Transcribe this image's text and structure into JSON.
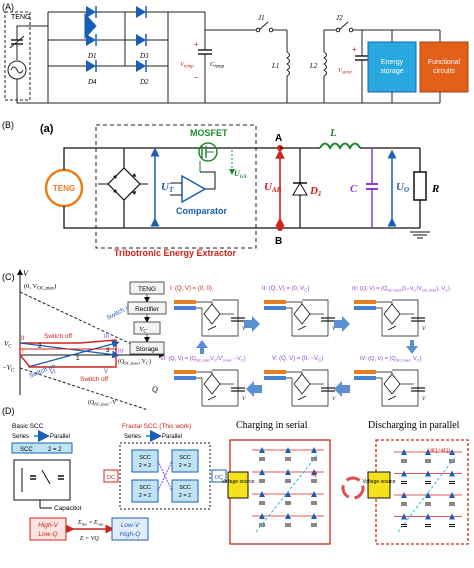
{
  "panelA": {
    "tag": "(A)",
    "teng": "TENG",
    "d1": "D1",
    "d2": "D2",
    "d3": "D3",
    "d4": "D4",
    "plus": "+",
    "minus": "−",
    "vtemp": "V",
    "vtemp_sub": "temp",
    "ctemp": "C",
    "ctemp_sub": "temp",
    "j1": "J1",
    "j2": "J2",
    "l1": "L1",
    "l2": "L2",
    "vstore": "V",
    "vstore_sub": "store",
    "storage_line1": "Energy",
    "storage_line2": "storage",
    "func_line1": "Functional",
    "func_line2": "circuits",
    "storage_color": "#29a8e0",
    "func_color": "#e2601a"
  },
  "panelB": {
    "tag": "(B)",
    "sub": "(a)",
    "teng": "TENG",
    "mosfet": "MOSFET",
    "comparator": "Comparator",
    "ut": "U",
    "ut_sub": "T",
    "ugs": "U",
    "ugs_sub": "GS",
    "A": "A",
    "B": "B",
    "uab": "U",
    "uab_sub": "AB",
    "d1": "D",
    "d1_sub": "1",
    "L": "L",
    "C": "C",
    "uo": "U",
    "uo_sub": "O",
    "R": "R",
    "extractor": "Tribotronic Energy Extractor",
    "teng_color": "#e67e22",
    "mosfet_color": "#1e8a2e",
    "comp_color": "#1a5fb4",
    "red": "#d0231b",
    "purple": "#8e3fd1"
  },
  "panelC": {
    "tag": "(C)",
    "v_axis": "V",
    "q_axis": "Q",
    "v_top": "(0, V",
    "v_top_sub": "OC,max",
    "v_top_end": ")",
    "vc": "V",
    "vc_sub": "C",
    "neg_vc": "−V",
    "neg_vc_sub": "C",
    "switch_on_top": "Switch on",
    "switch_off_top": "Switch off",
    "switch_on_bot": "Switch on",
    "switch_off_bot": "Switch off",
    "roman_I": "I",
    "roman_II": "II",
    "roman_III": "III",
    "roman_IV": "IV",
    "roman_V": "V",
    "roman_VI": "VI",
    "n1": "1",
    "n2": "2",
    "n3": "3",
    "pt_iv": "(Q",
    "pt_iv_sub": "SC,max",
    "pt_iv_mid": ", V",
    "pt_iv_sub2": "C",
    "pt_iv_end": ")",
    "pt_bot": "(Q",
    "pt_bot_sub": "SC,max",
    "pt_bot_rest": "−V",
    "chain": [
      "TENG",
      "Rectifier",
      "V",
      "Storage"
    ],
    "chain_vc_sub": "C",
    "state_I": "I: (Q, V) = (0, 0)",
    "state_II": "II: (Q, V) = (0, V",
    "state_III": "III: (Q, V) = (Q",
    "state_IV": "IV: (Q, V) = (Q",
    "state_V": "V: (Q, V) = (0, −V",
    "state_VI": "VI: (Q, V) = (Q",
    "sub_C": "C",
    "sub_SCmax": "SC,max",
    "state_III_tail": "(1−V",
    "state_III_tail2": "/V",
    "state_III_tail3": "OC,max",
    "state_III_end": "), V",
    "state_IV_tail": ", V",
    "state_VI_tail": "V",
    "state_VI_tail2": "/V'",
    "state_VI_tail3": "max",
    "state_VI_end": ", −V",
    "close": ")",
    "vc_label": "V",
    "red": "#d0231b",
    "blue": "#1a5fb4",
    "purple": "#8e3fd1"
  },
  "panelD": {
    "tag": "(D)",
    "basic_title": "Basic SCC",
    "series": "Series",
    "parallel": "Parallel",
    "scc_box": "SCC",
    "two_eq_two": "2 = 2",
    "capacitor": "Capacitor",
    "fractal_title": "Fractal SCC (This work)",
    "dc": "DC",
    "highv": "High-V",
    "lowq": "Low-Q",
    "lowv": "Low-V",
    "highq": "High-Q",
    "eq1": "E",
    "eq1_sub": "ins",
    "eq1_rest": " = E",
    "eq1_sub2": "out",
    "eq2": "E = VQ",
    "charging": "Charging in serial",
    "discharging": "Discharging in parallel",
    "voltage_source": "Voltage source",
    "q_label": "Q",
    "q4": "(4Q+4Q)",
    "red": "#d0231b",
    "blue": "#1a5fb4",
    "cyan": "#37b6d8",
    "orange_box": "#f5e21c"
  }
}
